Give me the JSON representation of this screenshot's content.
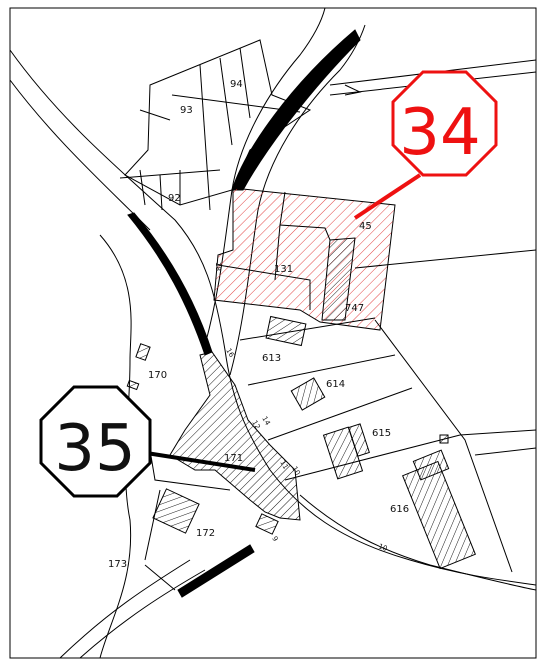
{
  "parcels": {
    "p94": "94",
    "p93": "93",
    "p92": "92",
    "p45": "45",
    "p131": "131",
    "p747": "747",
    "p613": "613",
    "p170": "170",
    "p614": "614",
    "p615": "615",
    "p171": "171",
    "p172": "172",
    "p616": "616",
    "p173": "173"
  },
  "house_numbers": {
    "h18": "18",
    "h16": "16",
    "h14": "14",
    "h12": "12",
    "h11": "11",
    "h10a": "10",
    "h9": "9",
    "h10b": "10"
  },
  "markers": {
    "m34": {
      "label": "34",
      "color": "#ee1111"
    },
    "m35": {
      "label": "35",
      "color": "#000000"
    }
  },
  "colors": {
    "highlight_hatch": "#e03030",
    "building_hatch": "#000000",
    "line": "#000000"
  }
}
